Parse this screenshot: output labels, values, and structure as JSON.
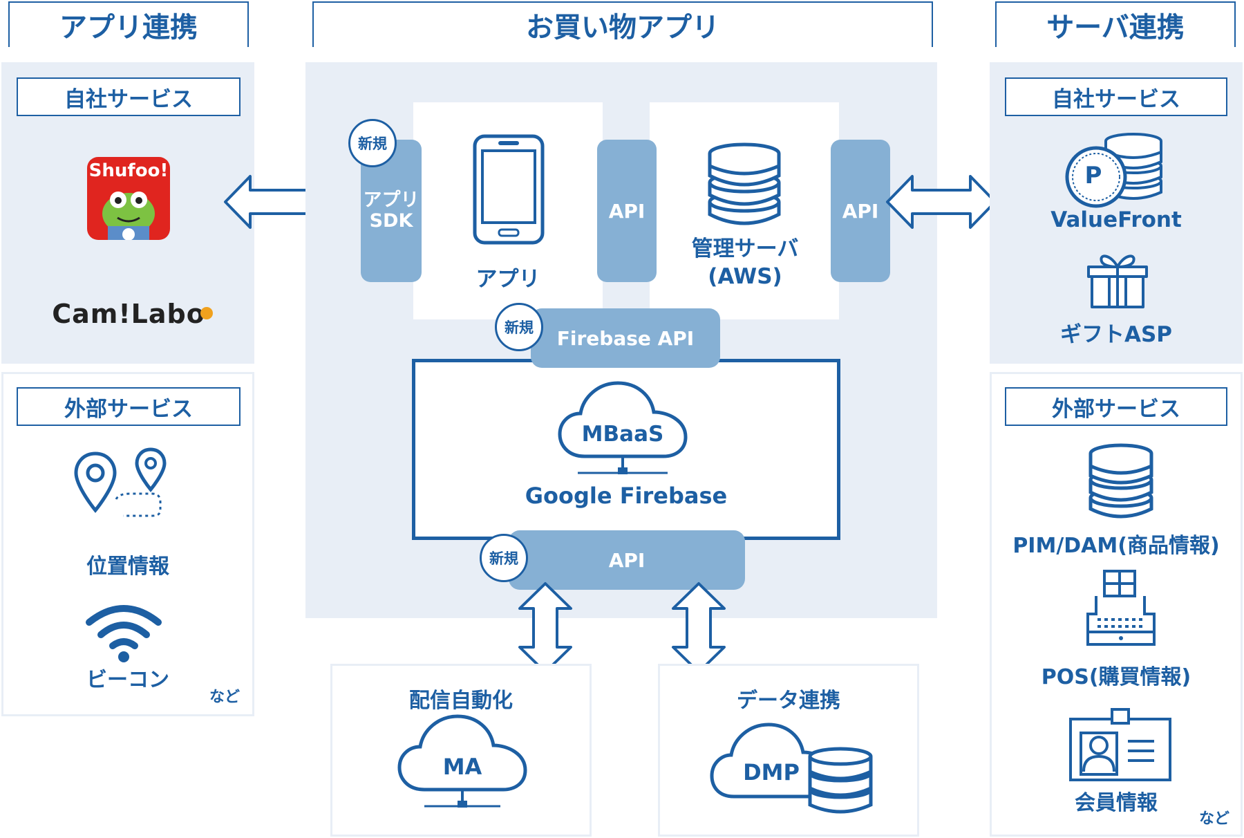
{
  "headers": {
    "left": "アプリ連携",
    "center": "お買い物アプリ",
    "right": "サーバ連携"
  },
  "left": {
    "own_service": {
      "title": "自社サービス",
      "logo1": "Shufoo!",
      "logo2": "Cam!Labo"
    },
    "external": {
      "title": "外部サービス",
      "items": [
        "位置情報",
        "ビーコン"
      ],
      "etc": "など"
    }
  },
  "center": {
    "sdk_badge": "新規",
    "sdk_label": "アプリ\nSDK",
    "app_label": "アプリ",
    "api1": "API",
    "server_label": "管理サーバ\n(AWS)",
    "api2": "API",
    "firebase_badge": "新規",
    "firebase_api": "Firebase API",
    "mbaas": "MBaaS",
    "google_firebase": "Google Firebase",
    "bottom_badge": "新規",
    "bottom_api": "API"
  },
  "bottom": {
    "ma_title": "配信自動化",
    "ma_label": "MA",
    "dmp_title": "データ連携",
    "dmp_label": "DMP"
  },
  "right": {
    "own_service": {
      "title": "自社サービス",
      "p_badge": "P",
      "items": [
        "ValueFront",
        "ギフトASP"
      ]
    },
    "external": {
      "title": "外部サービス",
      "items": [
        "PIM/DAM(商品情報)",
        "POS(購買情報)",
        "会員情報"
      ],
      "etc": "など"
    }
  },
  "colors": {
    "primary": "#1d5fa3",
    "panel_bg": "#e8eef6",
    "api_bg": "#86b0d4"
  }
}
